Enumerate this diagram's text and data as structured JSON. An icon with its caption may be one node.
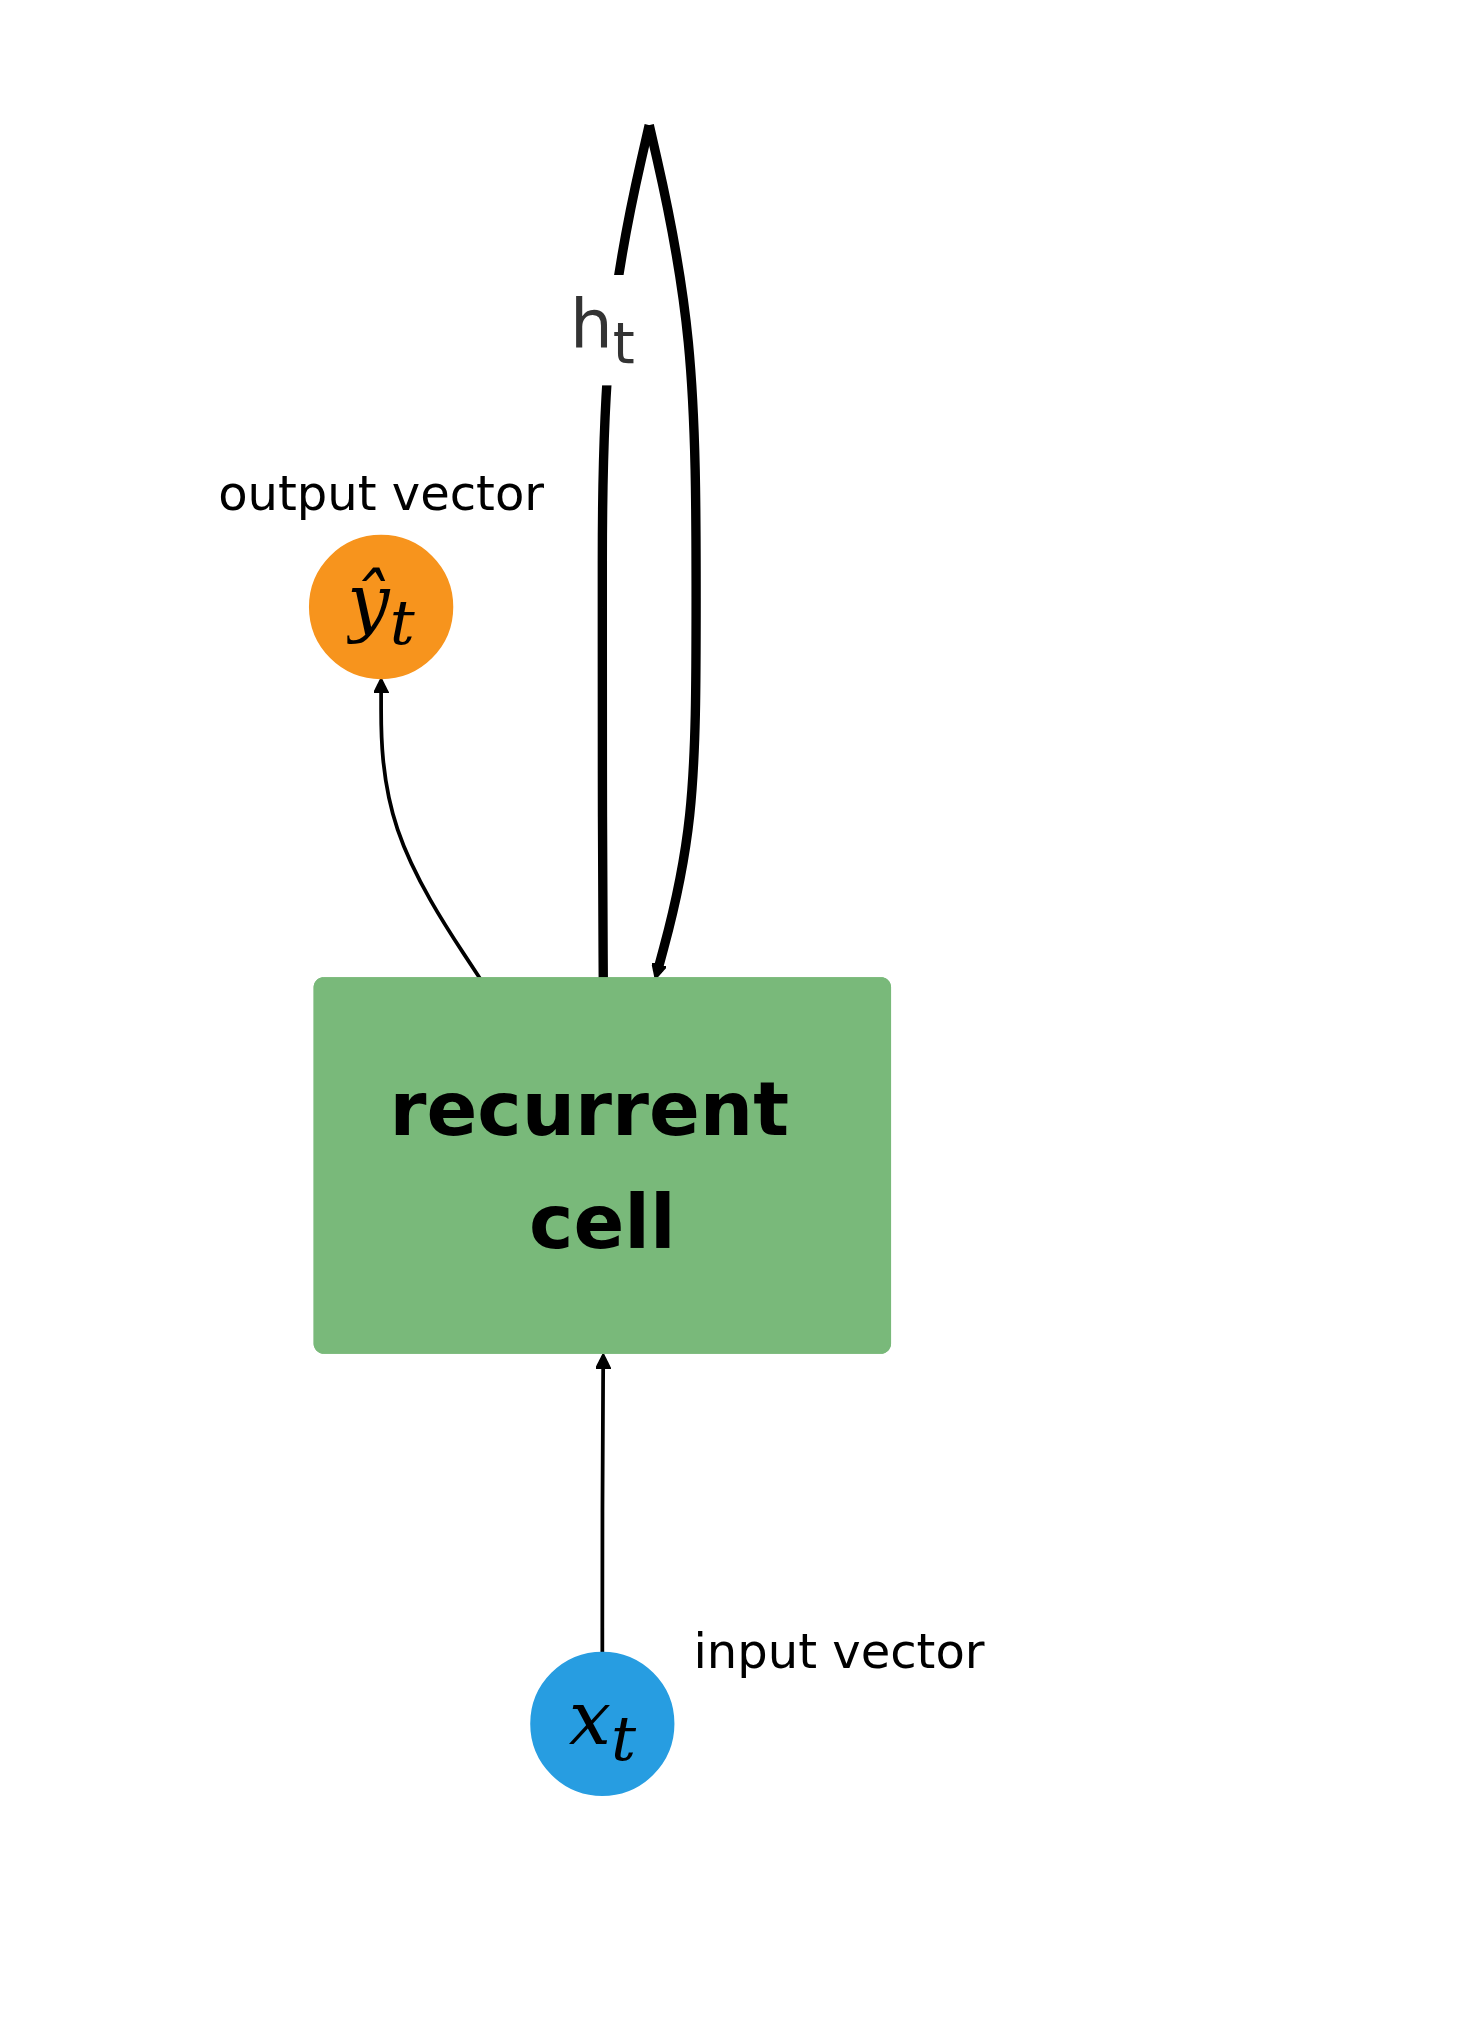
{
  "diagram": {
    "nodes": [
      {
        "text": [
          "ŷ$_{t}$"
        ],
        "beside": [
          "output vector"
        ]
      },
      {
        "text": [
          "recurrent cell"
        ]
      },
      {
        "text": [
          "x$_{t}$"
        ],
        "beside": [
          "input vector"
        ]
      }
    ],
    "edges": [
      {
        "from": 2,
        "to": 1,
        "arrow": "to"
      },
      {
        "from": 1,
        "to": 0,
        "arrow": "to"
      },
      {
        "from": 1,
        "to": 1,
        "label": "h$_{t}$",
        "arrow": "to",
        "style": "thick"
      }
    ]
  }
}
